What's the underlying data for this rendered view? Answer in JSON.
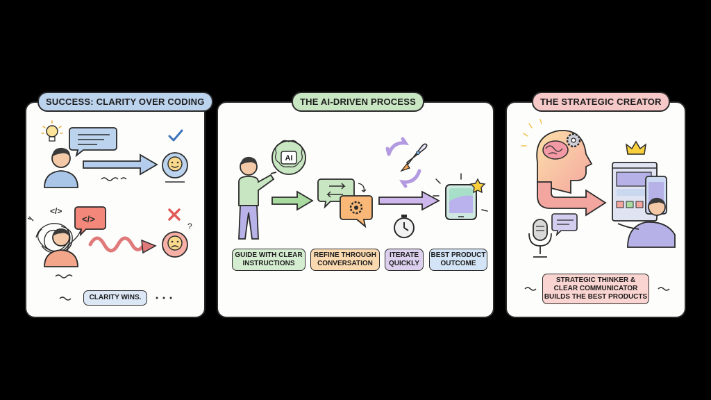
{
  "panels": [
    {
      "title": "SUCCESS: CLARITY OVER CODING",
      "title_color": "#bcd3ee",
      "caption": "CLARITY WINS.",
      "caption_color": "#dbe7f5"
    },
    {
      "title": "THE AI-DRIVEN PROCESS",
      "title_color": "#c8e6c2",
      "ai_label": "AI",
      "steps": [
        {
          "label": "GUIDE WITH CLEAR\nINSTRUCTIONS",
          "color": "#d4ecd0"
        },
        {
          "label": "REFINE THROUGH\nCONVERSATION",
          "color": "#fbd9b0"
        },
        {
          "label": "ITERATE\nQUICKLY",
          "color": "#dcd0ee"
        },
        {
          "label": "BEST PRODUCT\nOUTCOME",
          "color": "#d2e4f5"
        }
      ]
    },
    {
      "title": "THE STRATEGIC CREATOR",
      "title_color": "#f6c8c8",
      "caption": "STRATEGIC THINKER &\nCLEAR COMMUNICATOR\nBUILDS THE BEST PRODUCTS",
      "caption_color": "#f9d4d0"
    }
  ],
  "icons": [
    "lightbulb-icon",
    "chat-bubble-icon",
    "check-icon",
    "code-icon",
    "cross-icon",
    "brain-icon",
    "rocket-icon",
    "gear-icon",
    "stopwatch-icon",
    "tablet-icon",
    "star-icon",
    "crown-icon",
    "microphone-icon",
    "browser-window-icon",
    "smartphone-icon"
  ]
}
